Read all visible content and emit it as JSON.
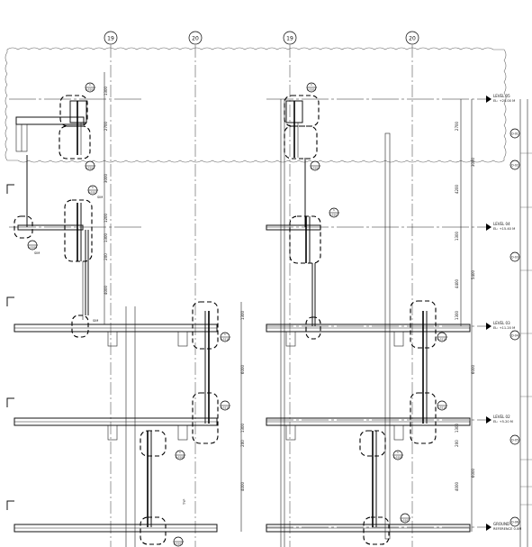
{
  "grid_bubbles": [
    "19",
    "20",
    "19",
    "20"
  ],
  "levels": [
    {
      "name": "LEVEL 05",
      "elevation": "EL: +20.00 M"
    },
    {
      "name": "LEVEL 04",
      "elevation": "EL: +15.40 M"
    },
    {
      "name": "LEVEL 03",
      "elevation": "EL: +11.20 M"
    },
    {
      "name": "LEVEL 02",
      "elevation": "EL: +5.20 M"
    },
    {
      "name": "GROUND",
      "elevation": "REFERENCE 0.0M"
    }
  ],
  "dims_left": [
    "1300",
    "2700",
    "3000",
    "1200",
    "1300",
    "200",
    "4000",
    "1300",
    "6000",
    "1300",
    "200",
    "4000"
  ],
  "dims_right": [
    "2700",
    "3000",
    "4200",
    "1300",
    "5400",
    "4400",
    "1300",
    "6000",
    "1300",
    "200",
    "6000",
    "4000"
  ],
  "callouts_left": [
    {
      "num": "1",
      "ref": "A-5104"
    },
    {
      "num": "",
      "ref": "A-5104"
    },
    {
      "num": "1",
      "ref": "A-5107"
    },
    {
      "num": "",
      "ref": "A-5106"
    },
    {
      "num": "1",
      "ref": "A-5110"
    },
    {
      "num": "",
      "ref": "A-5110"
    },
    {
      "num": "1",
      "ref": "A-5105"
    },
    {
      "num": "",
      "ref": "A-5102"
    }
  ],
  "callouts_right": [
    {
      "num": "1",
      "ref": "A-5104"
    },
    {
      "num": "",
      "ref": "A-5104"
    },
    {
      "num": "1",
      "ref": "A-5107"
    },
    {
      "num": "",
      "ref": "A-5110"
    },
    {
      "num": "",
      "ref": "A-5110"
    },
    {
      "num": "1",
      "ref": "A-5105"
    },
    {
      "num": "",
      "ref": "A-5102"
    }
  ],
  "small_notes": [
    "SIM",
    "SIM",
    "SIM",
    "TYP"
  ],
  "section_tags": [
    "D-01",
    "D-02",
    "D-03",
    "D-04",
    "D-05",
    "D-06"
  ]
}
